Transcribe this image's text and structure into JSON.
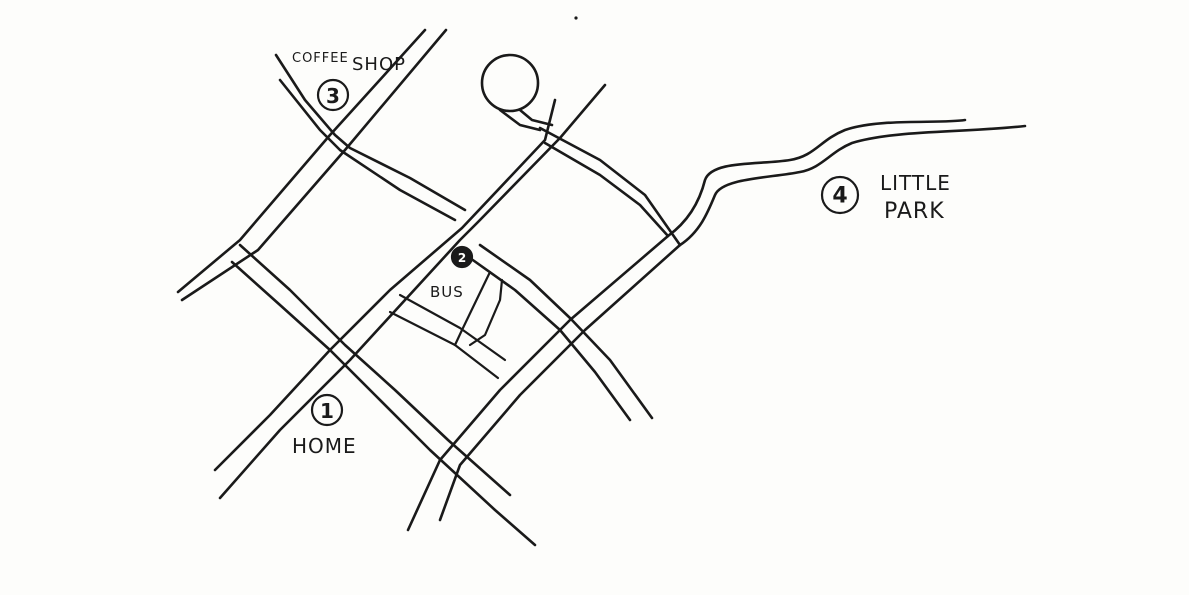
{
  "map": {
    "style": "hand-drawn pencil sketch",
    "ink_color": "#1a1a1a",
    "paper_color": "#fdfdfb"
  },
  "places": {
    "home": {
      "number": "1",
      "label": "HOME"
    },
    "bus": {
      "number": "2",
      "label": "BUS"
    },
    "coffee_shop": {
      "number": "3",
      "label_line1": "COFFEE",
      "label_line2": "SHOP"
    },
    "little_park": {
      "number": "4",
      "label_line1": "LITTLE",
      "label_line2": "PARK"
    }
  }
}
